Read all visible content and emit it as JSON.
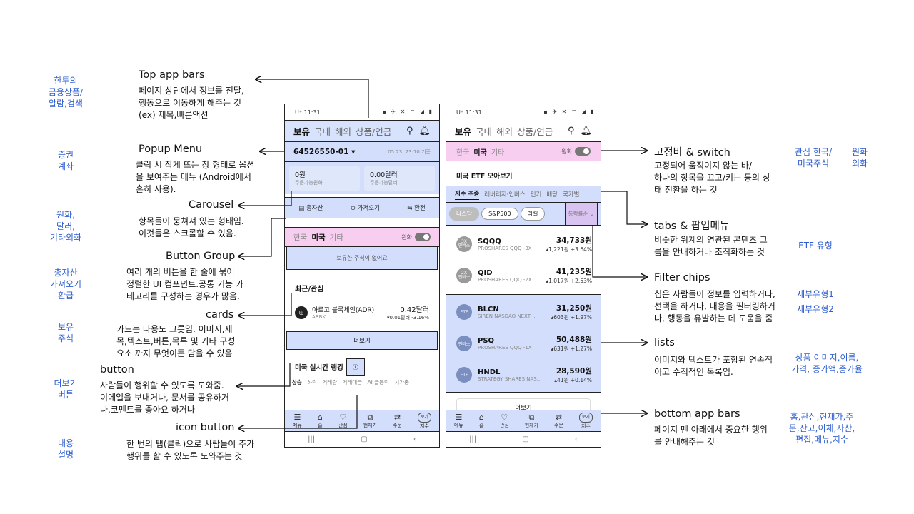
{
  "left_notes": [
    "한투의\n금융상품/\n알람,검색",
    "증권\n계좌",
    "원화,\n달러,\n기타외화",
    "총자산\n가져오기\n환급",
    "보유\n주식",
    "더보기\n버튼",
    "내용\n설명"
  ],
  "annotations_left": [
    {
      "title": "Top app bars",
      "desc": "페이지 상단에서 정보를 전달,\n행동으로 이동하게 해주는 것\n(ex) 제목,빠른액션"
    },
    {
      "title": "Popup Menu",
      "desc": "클릭 시 작게 뜨는 창 형태로 옵션\n을 보여주는 메뉴 (Android에서\n흔히 사용)."
    },
    {
      "title": "Carousel",
      "desc": "항목들이 뭉쳐져 있는 형태임.\n이것들은 스크롤할 수 있음."
    },
    {
      "title": "Button Group",
      "desc": "여러 개의 버튼을 한 줄에 묶어\n정렬한 UI 컴포넌트.공통 기능 카\n테고리를 구성하는 경우가 많음."
    },
    {
      "title": "cards",
      "desc": "카드는 다용도 그릇임. 이미지,제\n목,텍스트,버튼,목록 및 기타 구성\n요소 까지 무엇이든 담을 수 있음"
    },
    {
      "title": "button",
      "desc": "사람들이 행위할 수 있도록 도와줌.\n이메일을 보내거나, 문서를 공유하거\n나,코멘트를 좋아요 하거나"
    },
    {
      "title": "icon button",
      "desc": "한 번의 탭(클릭)으로 사람들이 추가\n행위를 할 수 있도록 도와주는 것"
    }
  ],
  "annotations_right": [
    {
      "title": "고정바 & switch",
      "desc": "고정되어 움직이지 않는 바/\n하나의 항목을 끄고/키는 등의 상\n태 전환을 하는 것"
    },
    {
      "title": "tabs & 팝업메뉴",
      "desc": "비슷한 위계의 연관된 콘텐츠 그\n룹을 안내하거나 조직화하는 것"
    },
    {
      "title": "Filter chips",
      "desc": "칩은 사람들이 정보를 입력하거나,\n선택을 하거나, 내용을 필터링하거\n나, 행동을 유발하는 데 도움을 줌"
    },
    {
      "title": "lists",
      "desc": "이미지와 텍스트가 포함된 연속적\n이고 수직적인 목록임."
    },
    {
      "title": "bottom app bars",
      "desc": "페이지 맨 아래에서 중요한 행위\n를 안내해주는 것"
    }
  ],
  "right_notes": {
    "fixed_bar_a": "관심 한국/\n미국주식",
    "fixed_bar_b": "원화\n외화",
    "etf_type": "ETF 유형",
    "sub_type1": "세부유형1",
    "sub_type2": "세부유형2",
    "lists": "상품 이미지,이름,\n가격, 증가액,증가율",
    "bottom": "홈,관심,현재가,주\n문,잔고,이체,자산,\n편집,메뉴,지수"
  },
  "phone_status": {
    "time": "11:31",
    "carrier": "U⁺",
    "icons": "▪ ✈ ✕ ⌔ ◢ ▮"
  },
  "phone1": {
    "tabs": [
      "보유",
      "국내",
      "해외",
      "상품/연금"
    ],
    "account": "64526550-01 ▾",
    "account_time": "05.23. 23:10 기준",
    "balance_krw": "0원",
    "balance_krw_sub": "주문가능원화",
    "balance_usd": "0.00달러",
    "balance_usd_sub": "주문가능달러",
    "buttons": [
      "총자산",
      "가져오기",
      "환전"
    ],
    "currency_tabs": [
      "한국",
      "미국",
      "기타"
    ],
    "currency_label": "원화",
    "empty_text": "보유한 주식이 없어요",
    "recent_title": "최근/관심",
    "stock_name": "아르고 블록체인(ADR)",
    "stock_code": "ARBK",
    "stock_price": "0.42달러",
    "stock_change": "▾0.01달러  -3.16%",
    "more": "더보기",
    "ranking": "미국 실시간 랭킹",
    "rank_tabs": [
      "상승",
      "하락",
      "거래량",
      "거래대금",
      "AI 급등락",
      "시가총"
    ]
  },
  "phone2": {
    "tabs": [
      "보유",
      "국내",
      "해외",
      "상품/연금"
    ],
    "currency_tabs": [
      "한국",
      "미국",
      "기타"
    ],
    "currency_label": "원화",
    "section_title": "미국 ETF 모아보기",
    "etf_tabs": [
      "지수 추종",
      "레버리지·인버스",
      "인기",
      "배당",
      "국가별"
    ],
    "chips": [
      "나스닥",
      "S&P500",
      "러셀"
    ],
    "sort": "등락률순 ⌄",
    "etfs": [
      {
        "logo": "3X\n인버스",
        "name": "SQQQ",
        "sub": "PROSHARES QQQ -3X",
        "price": "34,733원",
        "chg": "▴1,221원  +3.64%"
      },
      {
        "logo": "2X\n인버스",
        "name": "QID",
        "sub": "PROSHARES QQQ -2X",
        "price": "41,235원",
        "chg": "▴1,017원  +2.53%"
      },
      {
        "logo": "ETF",
        "name": "BLCN",
        "sub": "SIREN NASDAQ NEXT ...",
        "price": "31,250원",
        "chg": "▴603원  +1.97%"
      },
      {
        "logo": "인버스",
        "name": "PSQ",
        "sub": "PROSHARES QQQ -1X",
        "price": "50,488원",
        "chg": "▴631원  +1.27%"
      },
      {
        "logo": "ETF",
        "name": "HNDL",
        "sub": "STRATEGY SHARES NAS...",
        "price": "28,590원",
        "chg": "▴41원  +0.14%"
      }
    ],
    "more": "더보기"
  },
  "bottom_nav": [
    {
      "icon": "☰",
      "label": "메뉴"
    },
    {
      "icon": "⌂",
      "label": "홈"
    },
    {
      "icon": "♡",
      "label": "관심"
    },
    {
      "icon": "⧉",
      "label": "현재가"
    },
    {
      "icon": "⇄",
      "label": "주문"
    },
    {
      "icon": "보기",
      "label": "지수"
    }
  ],
  "sys_nav": [
    "|||",
    "▢",
    "‹"
  ]
}
